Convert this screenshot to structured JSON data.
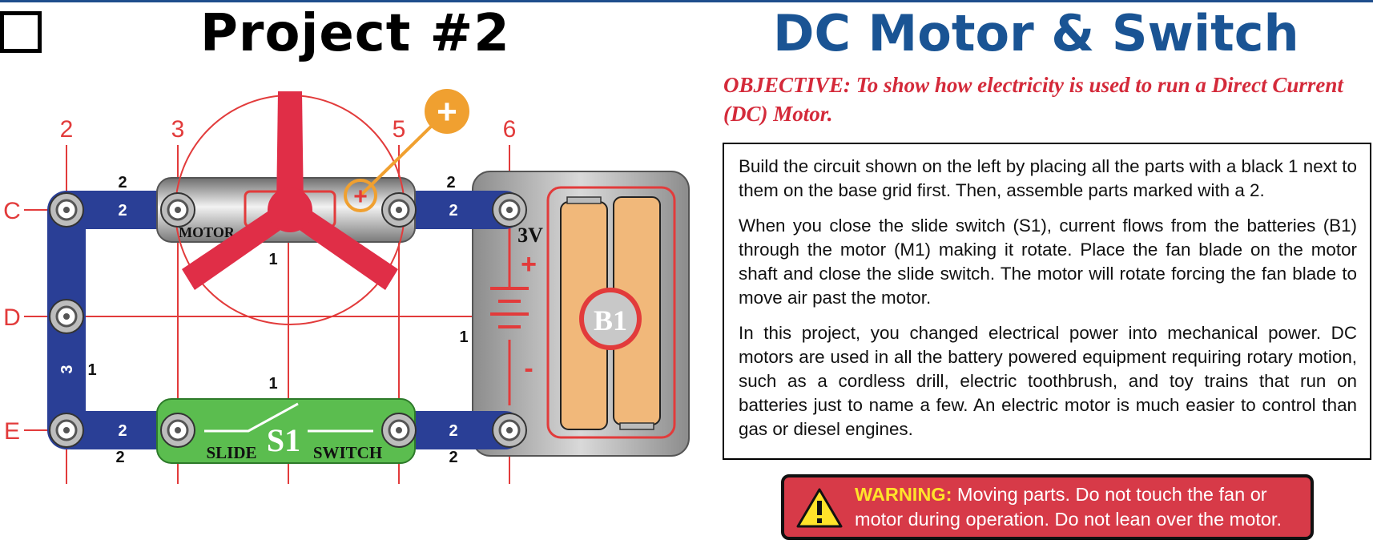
{
  "header": {
    "project_title": "Project #2",
    "main_title": "DC Motor & Switch"
  },
  "objective": "OBJECTIVE:  To show how electricity is used to run a Direct Current (DC) Motor.",
  "instructions": [
    "Build the circuit shown on the left by placing all the parts with a black 1 next to them on the base grid first.  Then, assemble parts marked with a 2.",
    "When you close the slide switch (S1), current flows from the batteries (B1) through the motor (M1) making it rotate.  Place the fan blade on the motor shaft and close the slide switch. The motor will rotate forcing the fan blade to move air past the motor.",
    "In this project, you changed electrical power into mechanical power. DC motors are used in all the battery powered equipment requiring rotary motion, such as a cordless drill, electric toothbrush, and toy trains that run on batteries just to name a few.  An electric motor is much easier to control than gas or diesel engines."
  ],
  "warning": {
    "label": "WARNING:",
    "text": " Moving parts. Do not touch the fan or motor during operation. Do not lean over the motor."
  },
  "diagram": {
    "column_labels": [
      "2",
      "3",
      "5",
      "6"
    ],
    "row_labels": [
      "C",
      "D",
      "E"
    ],
    "wire_labels": {
      "top_left": "2",
      "top_right": "2",
      "bottom_left": "2",
      "bottom_right": "2",
      "vertical": "3"
    },
    "level_labels": {
      "top_left_above": "2",
      "top_right_above": "2",
      "bottom_left_below": "2",
      "bottom_right_below": "2",
      "motor": "1",
      "switch": "1",
      "vertical_wire": "1",
      "battery": "1"
    },
    "motor_label": "MOTOR",
    "switch_label_left": "SLIDE",
    "switch_label_id": "S1",
    "switch_label_right": "SWITCH",
    "battery_id": "B1",
    "battery_voltage": "3V",
    "battery_plus": "+",
    "battery_minus": "-",
    "motor_plus_badge": "+"
  },
  "colors": {
    "title_blue": "#1a5494",
    "objective_red": "#d42a3a",
    "grid_red": "#e23b3b",
    "wire_blue": "#2a3f96",
    "switch_green": "#5bbd4f",
    "battery_orange": "#f1b87a",
    "fan_red": "#e02e47",
    "warning_red": "#d73a48",
    "warning_yellow": "#ffe32a"
  }
}
